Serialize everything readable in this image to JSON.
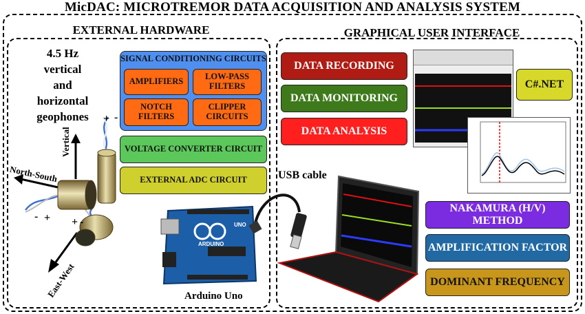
{
  "title": "MicDAC: MICROTREMOR DATA ACQUISITION  AND ANALYSIS SYSTEM",
  "hardware": {
    "heading": "EXTERNAL HARDWARE",
    "geophones_label": [
      "4.5 Hz",
      "vertical",
      "and",
      "horizontal",
      "geophones"
    ],
    "vertical": "Vertical",
    "north_south": "North-South",
    "east_west": "East-West",
    "plus": "+",
    "minus": "-",
    "signal_conditioning": {
      "title": "SIGNAL CONDITIONING CIRCUITS",
      "items": [
        {
          "label": "AMPLIFIERS"
        },
        {
          "label": "LOW-PASS FILTERS"
        },
        {
          "label": "NOTCH FILTERS"
        },
        {
          "label": "CLIPPER CIRCUITS"
        }
      ]
    },
    "voltage_converter": "VOLTAGE CONVERTER CIRCUIT",
    "external_adc": "EXTERNAL ADC CIRCUIT",
    "arduino": "Arduino Uno",
    "arduino_brand": "ARDUINO",
    "arduino_model": "UNO"
  },
  "gui": {
    "heading": "GRAPHICAL USER INTERFACE",
    "buttons": [
      {
        "label": "DATA RECORDING",
        "color": "#B01C14"
      },
      {
        "label": "DATA MONITORING",
        "color": "#3E7A1C"
      },
      {
        "label": "DATA ANALYSIS",
        "color": "#FF1F1F"
      }
    ],
    "csharp": "C#.NET",
    "usb": "USB cable",
    "methods": [
      {
        "label": "NAKAMURA (H/V) METHOD",
        "color": "#7B2BE0"
      },
      {
        "label": "AMPLIFICATION FACTOR",
        "color": "#2169A3"
      },
      {
        "label": "DOMINANT FREQUENCY",
        "color": "#C8961A"
      }
    ]
  },
  "colors": {
    "sc_panel": "#4F8FF0",
    "orange": "#FF6A12",
    "voltage": "#5CC85C",
    "adc": "#CFCF2E",
    "csharp": "#D8D82A",
    "arduino_board": "#1C5FA8"
  }
}
